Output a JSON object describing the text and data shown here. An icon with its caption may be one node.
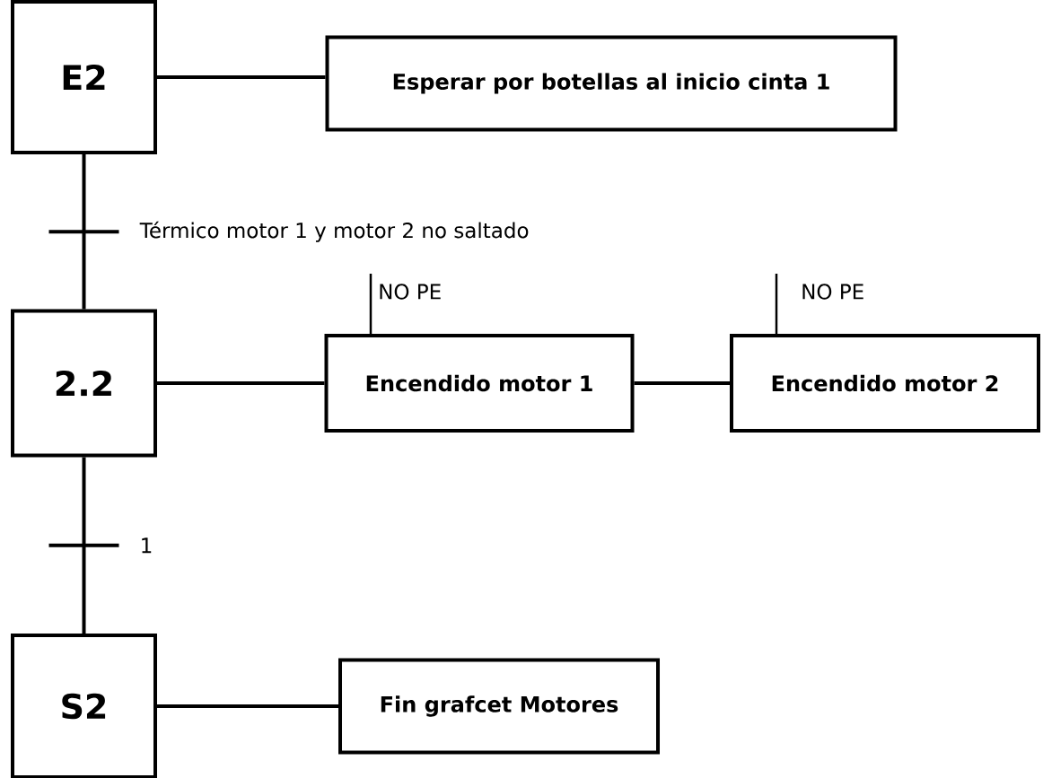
{
  "diagram": {
    "nodes": [
      {
        "text": [
          "E2"
        ]
      },
      {
        "text": [
          "Esperar por botellas al inicio cinta 1"
        ]
      },
      {
        "text": [
          "2.2"
        ]
      },
      {
        "text": [
          "Encendido motor 1"
        ]
      },
      {
        "text": [
          "Encendido motor 2"
        ]
      },
      {
        "text": [
          "S2"
        ]
      },
      {
        "text": [
          "Fin grafcet Motores"
        ]
      }
    ],
    "edges": [
      {
        "from": 0,
        "to": 1,
        "arrow": "none"
      },
      {
        "from": 0,
        "to": 2,
        "arrow": "none",
        "label": "Térmico motor 1 y motor 2 no saltado"
      },
      {
        "from": 2,
        "to": 3,
        "arrow": "none"
      },
      {
        "from": 3,
        "to": 4,
        "arrow": "none"
      },
      {
        "from": 2,
        "to": 5,
        "arrow": "none",
        "label": "1"
      },
      {
        "from": 5,
        "to": 6,
        "arrow": "none"
      },
      {
        "from": null,
        "to": 3,
        "arrow": "none",
        "label": "NO PE"
      },
      {
        "from": null,
        "to": 4,
        "arrow": "none",
        "label": "NO PE"
      }
    ]
  }
}
